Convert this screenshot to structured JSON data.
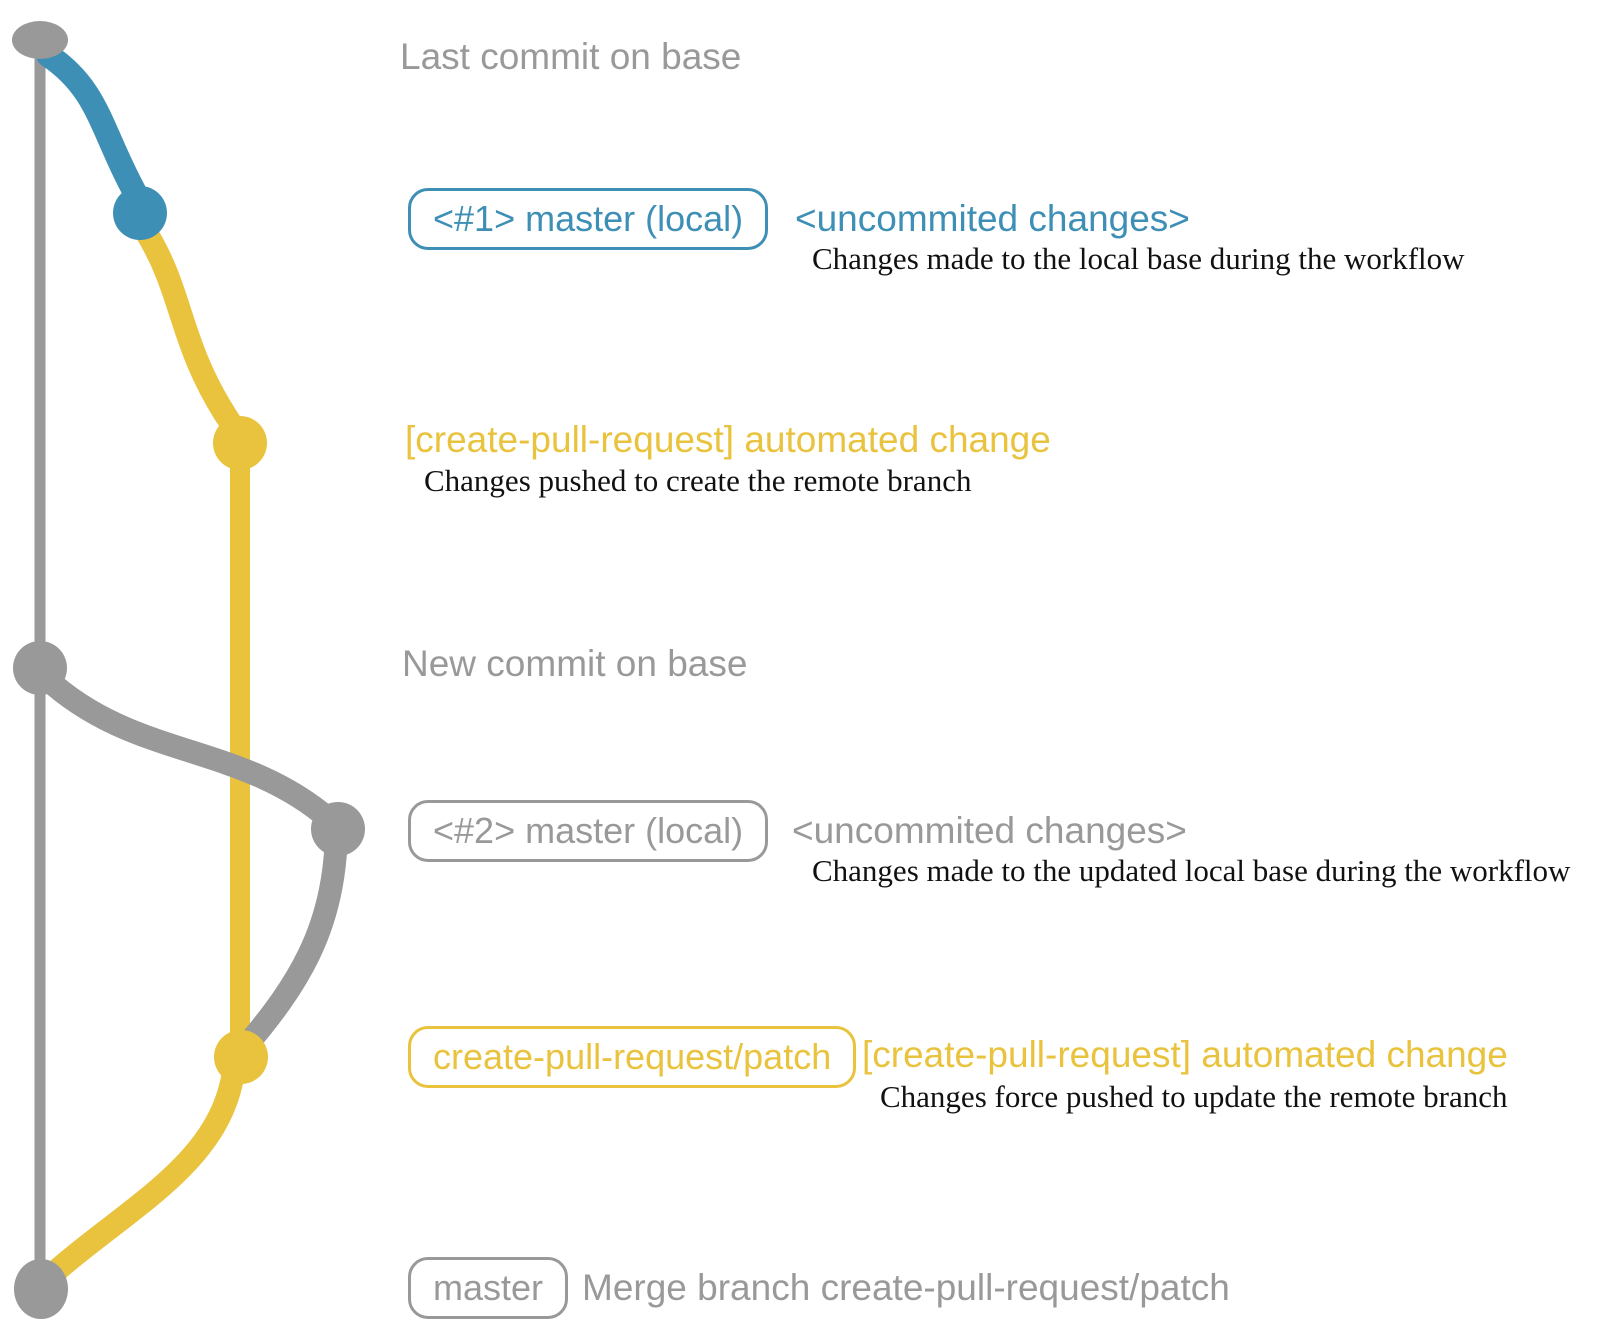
{
  "colors": {
    "base_gray": "#999999",
    "branch_blue": "#3E8FB5",
    "branch_yellow": "#E9C33E",
    "description_text": "#111111",
    "background": "#FFFFFF"
  },
  "graph": {
    "commits": [
      {
        "label": "Last commit on base",
        "color": "gray"
      },
      {
        "label": "<#1> master (local)",
        "color": "blue"
      },
      {
        "label": "[create-pull-request] automated change",
        "color": "yellow"
      },
      {
        "label": "New commit on base",
        "color": "gray"
      },
      {
        "label": "<#2> master (local)",
        "color": "gray"
      },
      {
        "label": "create-pull-request/patch",
        "color": "yellow"
      },
      {
        "label": "Merge branch create-pull-request/patch",
        "color": "gray"
      }
    ]
  },
  "labels": {
    "last_commit_on_base": "Last commit on base",
    "box1": "<#1> master (local)",
    "uncommitted1": "<uncommited changes>",
    "desc1": "Changes made to the local base during the workflow",
    "auto_change1": "[create-pull-request] automated change",
    "desc2": "Changes pushed to create the remote branch",
    "new_commit_on_base": "New commit on base",
    "box2": "<#2> master (local)",
    "uncommitted2": "<uncommited changes>",
    "desc3": "Changes made to the updated local base during the workflow",
    "box3": "create-pull-request/patch",
    "auto_change2": "[create-pull-request] automated change",
    "desc4": "Changes force pushed to update the remote branch",
    "box4": "master",
    "merge_message": "Merge branch create-pull-request/patch"
  }
}
